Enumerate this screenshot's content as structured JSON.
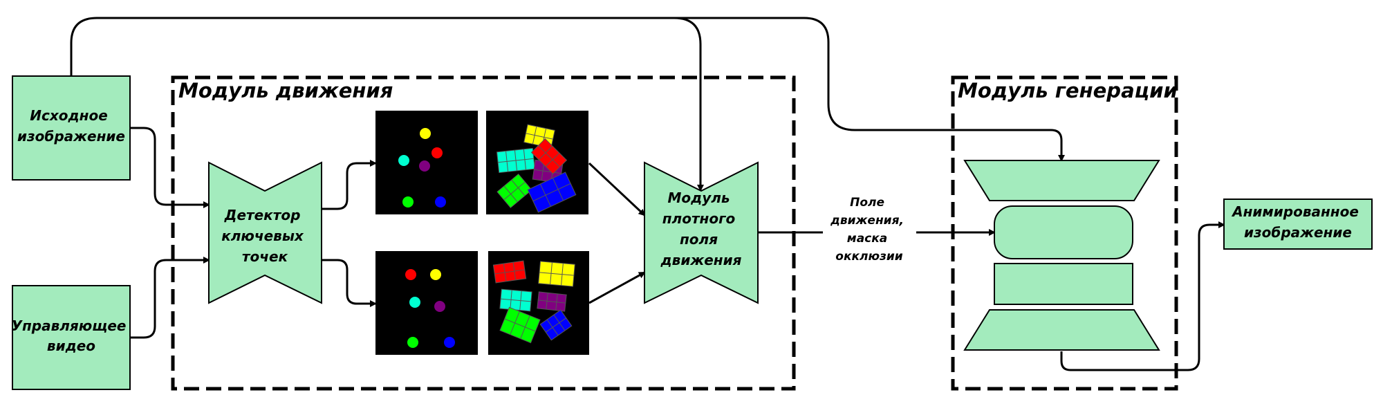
{
  "diagram": {
    "motion_module": {
      "title": "Модуль движения"
    },
    "generation_module": {
      "title": "Модуль генерации"
    },
    "source_image": {
      "lines": [
        "Исходное",
        "изображение"
      ]
    },
    "driving_video": {
      "lines": [
        "Управляющее",
        "видео"
      ]
    },
    "keypoint_detector": {
      "lines": [
        "Детектор",
        "ключевых",
        "точек"
      ]
    },
    "dense_motion": {
      "lines": [
        "Модуль",
        "плотного",
        "поля",
        "движения"
      ]
    },
    "motion_field_label": {
      "lines": [
        "Поле",
        "движения,",
        "маска",
        "окклюзии"
      ]
    },
    "animated_image": {
      "lines": [
        "Анимированное",
        "изображение"
      ]
    },
    "colors": {
      "node_fill": "#a3ebbd",
      "yellow": "#ffff00",
      "red": "#ff0000",
      "cyan": "#00ffd0",
      "purple": "#800080",
      "green": "#00ff00",
      "blue": "#0000ff"
    }
  }
}
